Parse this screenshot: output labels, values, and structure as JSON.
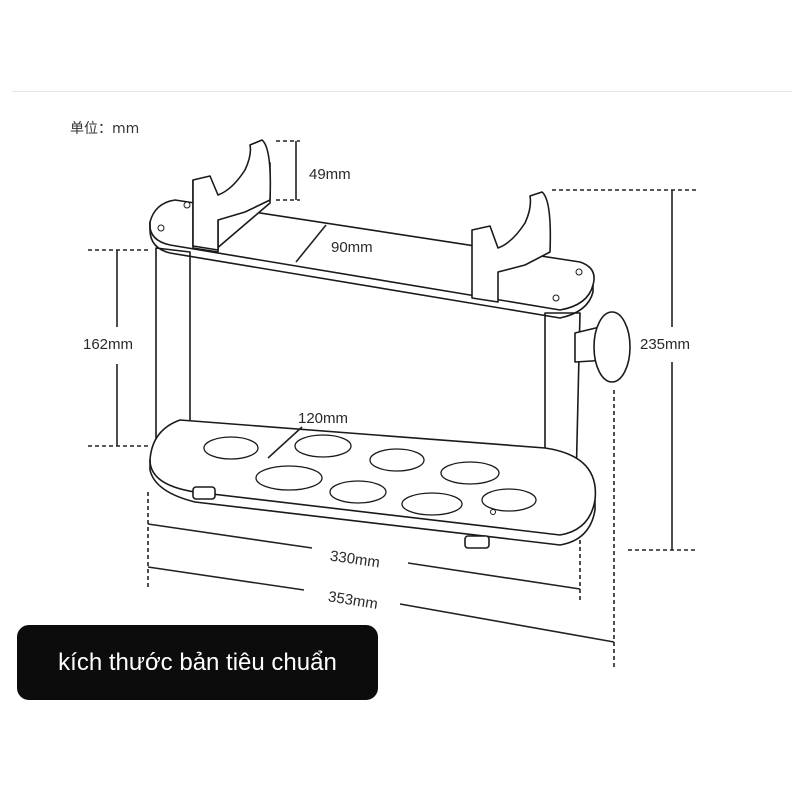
{
  "unit_label": "单位：mm",
  "dimensions": {
    "prong_height": "49mm",
    "top_depth": "90mm",
    "inner_height": "162mm",
    "total_height": "235mm",
    "hole_spacing": "120mm",
    "inner_length": "330mm",
    "total_length": "353mm"
  },
  "caption": "kích thước bản tiêu chuẩn",
  "colors": {
    "line": "#1a1a1a",
    "dim": "#222222",
    "caption_bg": "#0c0c0c",
    "caption_text": "#ffffff"
  }
}
